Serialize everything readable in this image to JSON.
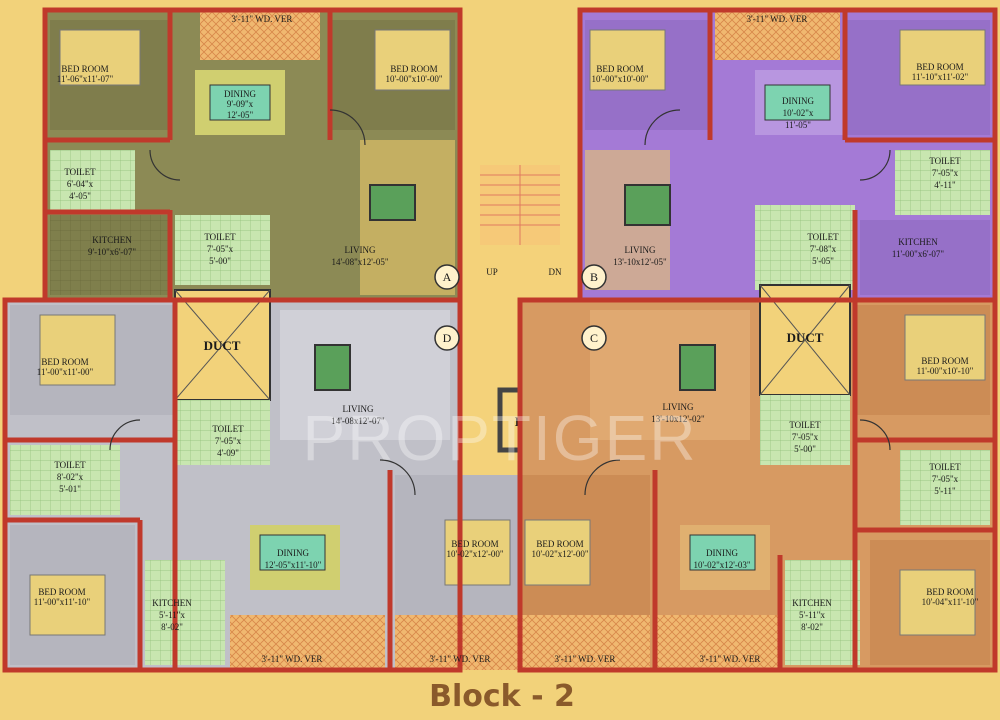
{
  "plan": {
    "title": "Block - 2",
    "watermark": "PROPTIGER",
    "colors": {
      "background": "#f2d27a",
      "flat_a": "#8c8a55",
      "flat_b": "#a47ad6",
      "flat_c": "#d79a62",
      "flat_d": "#c0c0c8",
      "core": "#f4d27a",
      "wall": "#c0392b",
      "toilet": "#bfe0a8",
      "kitchen": "#7f7f4c",
      "veranda": "#f0b870"
    },
    "core": {
      "up": "UP",
      "dn": "DN",
      "lift": "LIFT",
      "duct_left": "DUCT",
      "duct_right": "DUCT"
    },
    "flat_markers": {
      "a": "A",
      "b": "B",
      "c": "C",
      "d": "D"
    },
    "rooms": {
      "a_verandah": "3'-11\" WD. VER",
      "a_bed1_name": "BED ROOM",
      "a_bed1_size": "11'-06\"x11'-07\"",
      "a_dining_name": "DINING",
      "a_dining_size1": "9'-09\"x",
      "a_dining_size2": "12'-05\"",
      "a_bed2_name": "BED ROOM",
      "a_bed2_size": "10'-00\"x10'-00\"",
      "a_toilet1_name": "TOILET",
      "a_toilet1_size1": "6'-04\"x",
      "a_toilet1_size2": "4'-05\"",
      "a_kitchen_name": "KITCHEN",
      "a_kitchen_size": "9'-10\"x6'-07\"",
      "a_toilet2_name": "TOILET",
      "a_toilet2_size1": "7'-05\"x",
      "a_toilet2_size2": "5'-00\"",
      "a_living_name": "LIVING",
      "a_living_size": "14'-08\"x12'-05\"",
      "b_verandah": "3'-11\" WD. VER",
      "b_bed1_name": "BED ROOM",
      "b_bed1_size": "10'-00\"x10'-00\"",
      "b_dining_name": "DINING",
      "b_dining_size1": "10'-02\"x",
      "b_dining_size2": "11'-05\"",
      "b_bed2_name": "BED ROOM",
      "b_bed2_size": "11'-10\"x11'-02\"",
      "b_toilet1_name": "TOILET",
      "b_toilet1_size1": "7'-05\"x",
      "b_toilet1_size2": "4'-11\"",
      "b_living_name": "LIVING",
      "b_living_size": "13'-10x12'-05\"",
      "b_toilet2_name": "TOILET",
      "b_toilet2_size1": "7'-08\"x",
      "b_toilet2_size2": "5'-05\"",
      "b_kitchen_name": "KITCHEN",
      "b_kitchen_size": "11'-00\"x6'-07\"",
      "d_bed1_name": "BED ROOM",
      "d_bed1_size": "11'-00\"x11'-00\"",
      "d_living_name": "LIVING",
      "d_living_size": "14'-08x12'-07\"",
      "d_toilet1_name": "TOILET",
      "d_toilet1_size1": "7'-05\"x",
      "d_toilet1_size2": "4'-09\"",
      "d_toilet2_name": "TOILET",
      "d_toilet2_size1": "8'-02\"x",
      "d_toilet2_size2": "5'-01\"",
      "d_dining_name": "DINING",
      "d_dining_size": "12'-05\"x11'-10\"",
      "d_bed2_name": "BED ROOM",
      "d_bed2_size": "11'-00\"x11'-10\"",
      "d_kitchen_name": "KITCHEN",
      "d_kitchen_size1": "5'-11\"x",
      "d_kitchen_size2": "8'-02\"",
      "d_verandah": "3'-11\" WD. VER",
      "d_bed3_name": "BED ROOM",
      "d_bed3_size": "10'-02\"x12'-00\"",
      "d_verandah2": "3'-11\" WD. VER",
      "c_bed3_name": "BED ROOM",
      "c_bed3_size": "10'-02\"x12'-00\"",
      "c_verandah2": "3'-11\" WD. VER",
      "c_living_name": "LIVING",
      "c_living_size": "13'-10x12'-02\"",
      "c_bed1_name": "BED ROOM",
      "c_bed1_size": "11'-00\"x10'-10\"",
      "c_toilet1_name": "TOILET",
      "c_toilet1_size1": "7'-05\"x",
      "c_toilet1_size2": "5'-00\"",
      "c_toilet2_name": "TOILET",
      "c_toilet2_size1": "7'-05\"x",
      "c_toilet2_size2": "5'-11\"",
      "c_dining_name": "DINING",
      "c_dining_size": "10'-02\"x12'-03\"",
      "c_kitchen_name": "KITCHEN",
      "c_kitchen_size1": "5'-11\"x",
      "c_kitchen_size2": "8'-02\"",
      "c_bed2_name": "BED ROOM",
      "c_bed2_size": "10'-04\"x11'-10\"",
      "c_verandah": "3'-11\" WD. VER"
    }
  }
}
